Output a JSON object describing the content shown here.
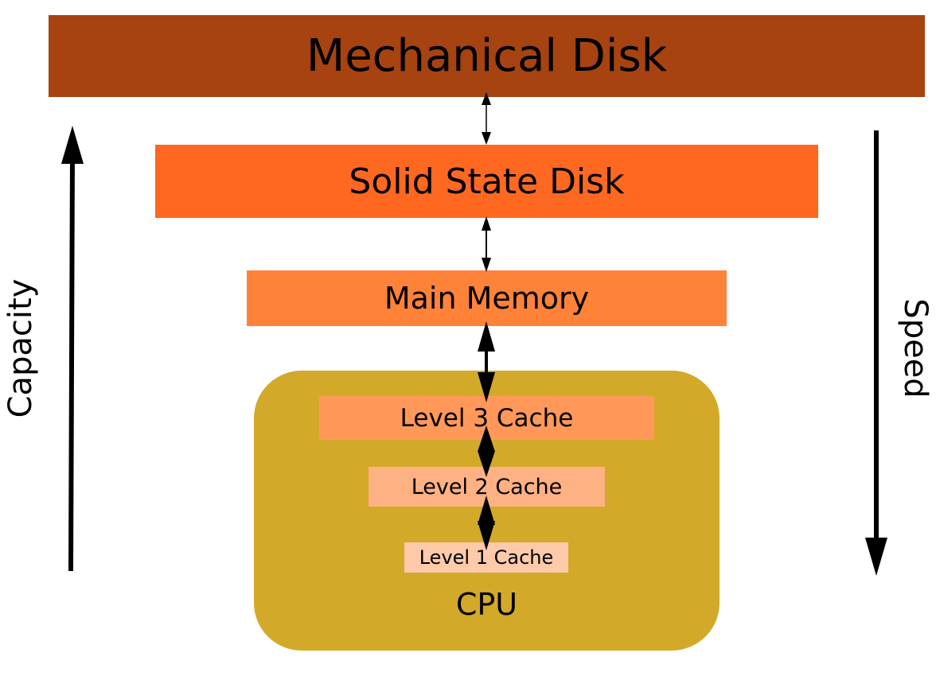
{
  "layers": {
    "mechanical_disk": "Mechanical Disk",
    "solid_state_disk": "Solid State Disk",
    "main_memory": "Main Memory",
    "level3_cache": "Level 3 Cache",
    "level2_cache": "Level 2 Cache",
    "level1_cache": "Level 1 Cache",
    "cpu": "CPU"
  },
  "axes": {
    "capacity": "Capacity",
    "speed": "Speed"
  },
  "colors": {
    "mechanical_disk": "#a64311",
    "solid_state_disk": "#ff6820",
    "main_memory": "#ff8239",
    "level3_cache": "#ff9858",
    "level2_cache": "#feb183",
    "level1_cache": "#fecaa9",
    "cpu": "#d3a929"
  }
}
